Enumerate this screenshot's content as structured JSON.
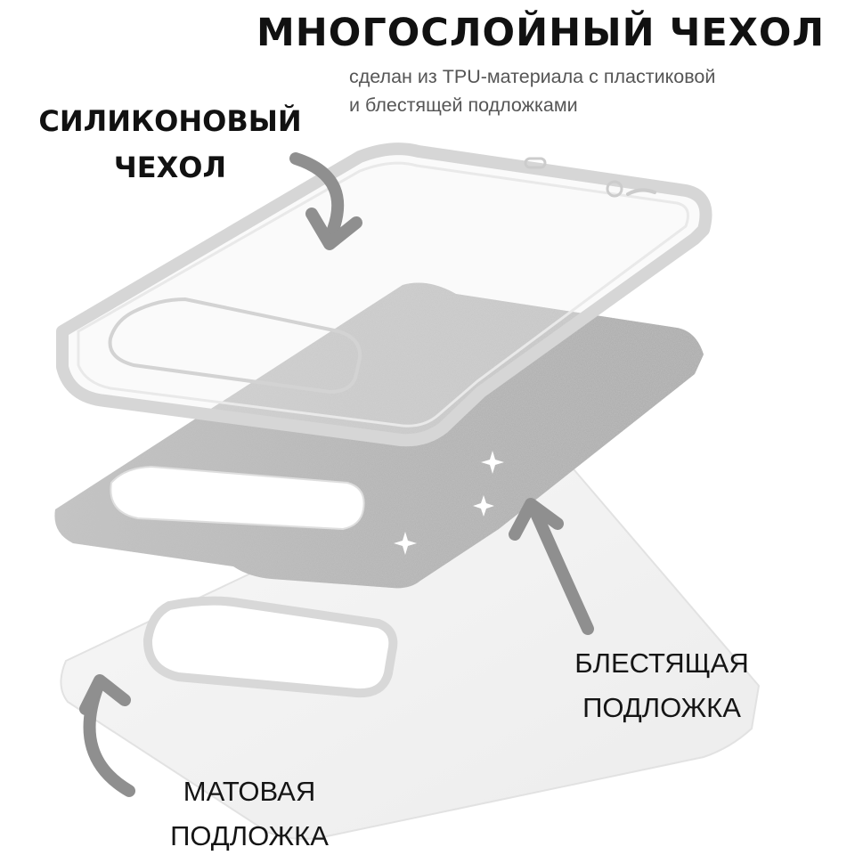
{
  "header": {
    "title": "МНОГОСЛОЙНЫЙ ЧЕХОЛ",
    "subtitle_line1": "сделан из TPU-материала с пластиковой",
    "subtitle_line2": "и блестящей подложками"
  },
  "labels": {
    "silicone_line1": "СИЛИКОНОВЫЙ",
    "silicone_line2": "ЧЕХОЛ",
    "shiny_line1": "БЛЕСТЯЩАЯ",
    "shiny_line2": "ПОДЛОЖКА",
    "matte_line1": "МАТОВАЯ",
    "matte_line2": "ПОДЛОЖКА"
  },
  "colors": {
    "text": "#111111",
    "arrow": "#8f8f8f",
    "glitter": "#b5b5b5",
    "matte_layer": "#f0f0f0",
    "clear_case_edge": "#d6d6d6"
  }
}
